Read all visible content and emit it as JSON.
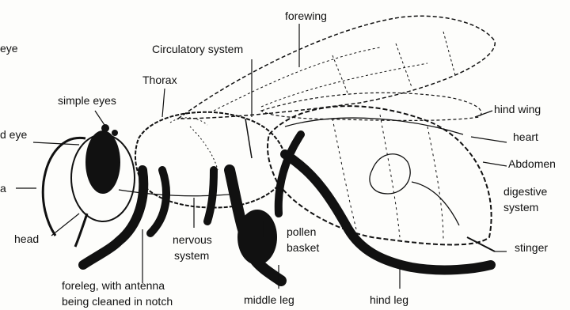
{
  "labels": {
    "forewing": "forewing",
    "circulatory_system": "Circulatory system",
    "thorax": "Thorax",
    "simple_eyes": "simple eyes",
    "compound_eye_top": "eye",
    "compound_eye_left": "d eye",
    "antenna": "a",
    "head": "head",
    "hind_wing": "hind wing",
    "heart": "heart",
    "abdomen": "Abdomen",
    "digestive_system_line1": "digestive",
    "digestive_system_line2": "system",
    "stinger": "stinger",
    "nervous_system_line1": "nervous",
    "nervous_system_line2": "system",
    "pollen_basket_line1": "pollen",
    "pollen_basket_line2": "basket",
    "foreleg_line1": "foreleg, with antenna",
    "foreleg_line2": "being cleaned in notch",
    "middle_leg": "middle leg",
    "hind_leg": "hind leg"
  },
  "colors": {
    "ink": "#111111",
    "paper": "#fdfdfb"
  }
}
